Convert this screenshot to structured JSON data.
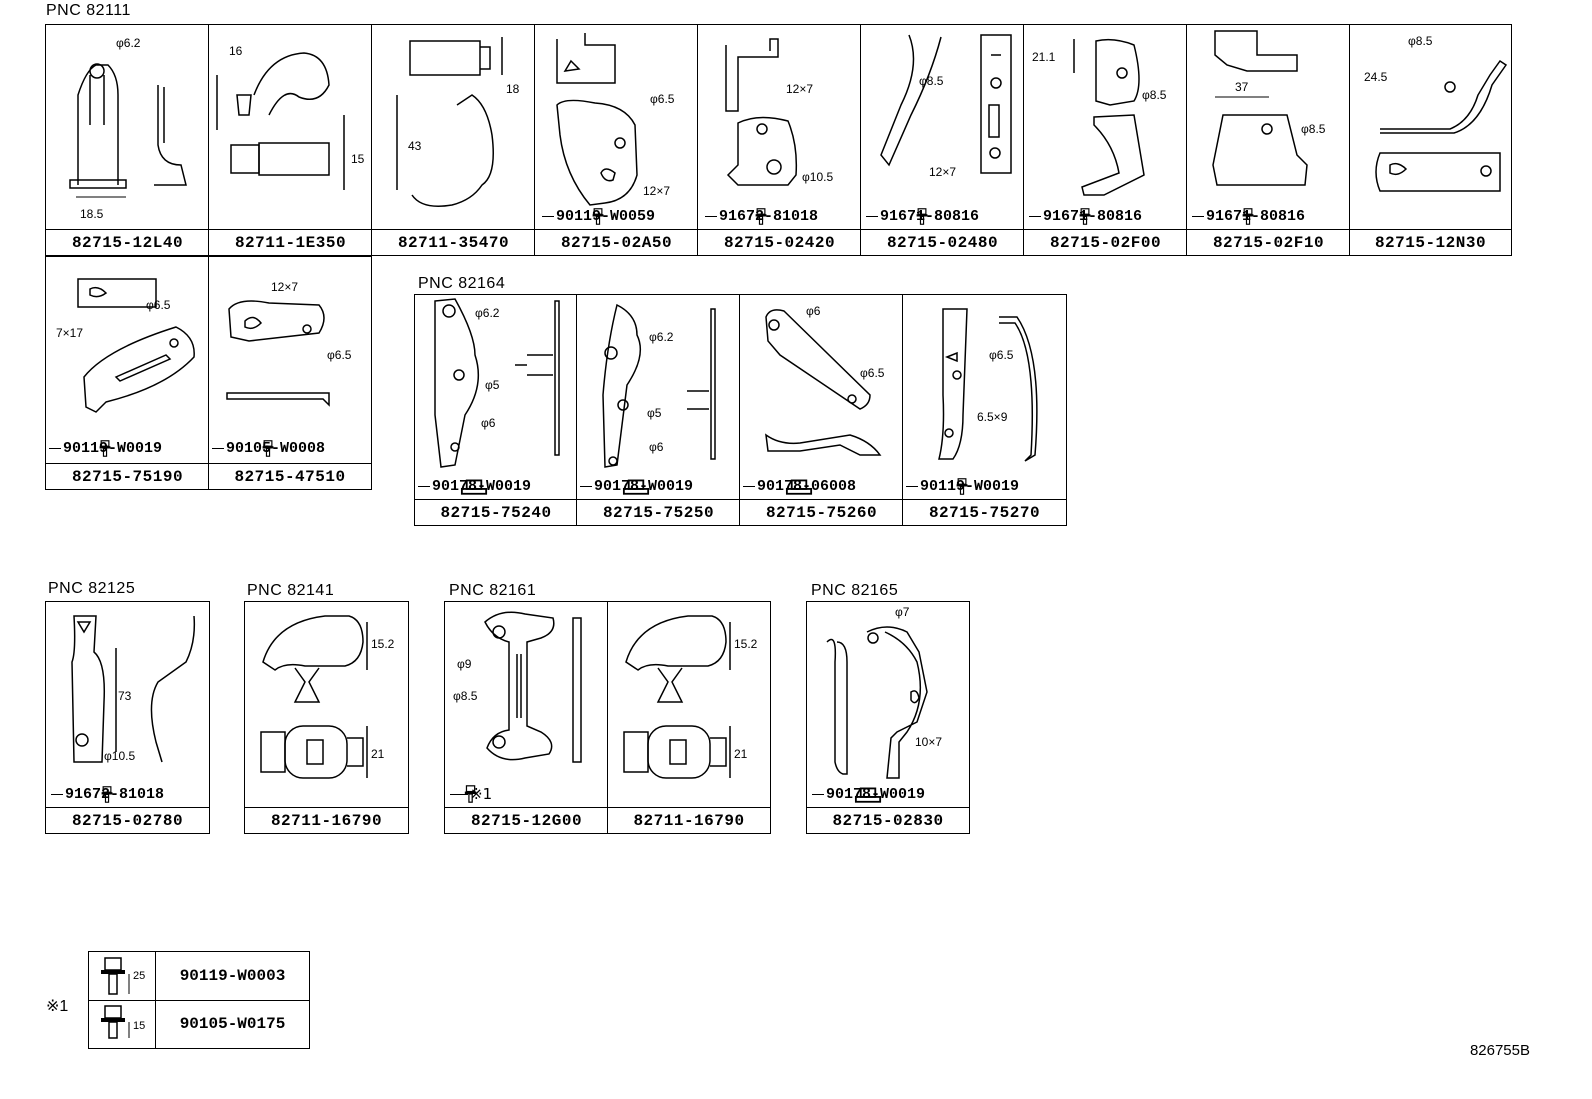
{
  "pnc_labels": {
    "p82111": "PNC 82111",
    "p82164": "PNC 82164",
    "p82125": "PNC 82125",
    "p82141": "PNC 82141",
    "p82161": "PNC 82161",
    "p82165": "PNC 82165"
  },
  "row1": [
    {
      "part": "82715-12L40",
      "dims": [
        "φ6.2",
        "18.5"
      ],
      "bolt": ""
    },
    {
      "part": "82711-1E350",
      "dims": [
        "16",
        "15"
      ],
      "bolt": ""
    },
    {
      "part": "82711-35470",
      "dims": [
        "18",
        "43"
      ],
      "bolt": ""
    },
    {
      "part": "82715-02A50",
      "dims": [
        "φ6.5",
        "12×7"
      ],
      "bolt": "90119-W0059"
    },
    {
      "part": "82715-02420",
      "dims": [
        "12×7",
        "φ10.5"
      ],
      "bolt": "91672-81018"
    },
    {
      "part": "82715-02480",
      "dims": [
        "φ8.5",
        "12×7"
      ],
      "bolt": "91671-80816"
    },
    {
      "part": "82715-02F00",
      "dims": [
        "21.1",
        "φ8.5"
      ],
      "bolt": "91671-80816"
    },
    {
      "part": "82715-02F10",
      "dims": [
        "37",
        "φ8.5"
      ],
      "bolt": "91671-80816"
    },
    {
      "part": "82715-12N30",
      "dims": [
        "φ8.5",
        "24.5"
      ],
      "bolt": ""
    }
  ],
  "row2": [
    {
      "part": "82715-75190",
      "dims": [
        "φ6.5",
        "7×17"
      ],
      "bolt": "90119-W0019"
    },
    {
      "part": "82715-47510",
      "dims": [
        "12×7",
        "φ6.5"
      ],
      "bolt": "90105-W0008"
    }
  ],
  "pnc82164": [
    {
      "part": "82715-75240",
      "dims": [
        "φ6.2",
        "φ5",
        "φ6"
      ],
      "bolt": "90178-W0019"
    },
    {
      "part": "82715-75250",
      "dims": [
        "φ6.2",
        "φ5",
        "φ6"
      ],
      "bolt": "90178-W0019"
    },
    {
      "part": "82715-75260",
      "dims": [
        "φ6",
        "φ6.5"
      ],
      "bolt": "90178-06008"
    },
    {
      "part": "82715-75270",
      "dims": [
        "φ6.5",
        "6.5×9"
      ],
      "bolt": "90119-W0019"
    }
  ],
  "pnc82125": {
    "part": "82715-02780",
    "dims": [
      "73",
      "φ10.5"
    ],
    "bolt": "91672-81018"
  },
  "pnc82141": {
    "part": "82711-16790",
    "dims": [
      "15.2",
      "21"
    ]
  },
  "pnc82161": [
    {
      "part": "82715-12G00",
      "dims": [
        "φ9",
        "φ8.5"
      ],
      "bolt": "※1"
    },
    {
      "part": "82711-16790",
      "dims": [
        "15.2",
        "21"
      ]
    }
  ],
  "pnc82165": {
    "part": "82715-02830",
    "dims": [
      "φ7",
      "10×7"
    ],
    "bolt": "90178-W0019"
  },
  "legend": {
    "mark": "※1",
    "rows": [
      {
        "len": "25",
        "code": "90119-W0003"
      },
      {
        "len": "15",
        "code": "90105-W0175"
      }
    ]
  },
  "ref_code": "826755B"
}
